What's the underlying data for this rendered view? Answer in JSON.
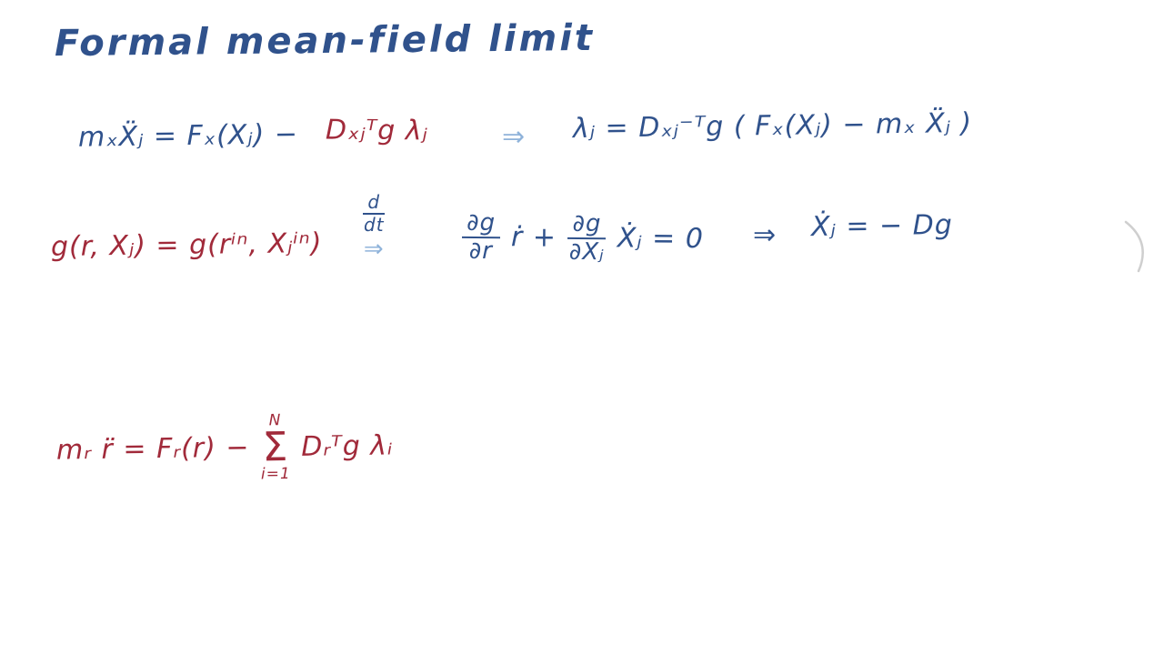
{
  "colors": {
    "ink_blue": "#30528c",
    "ink_red": "#a12a3a",
    "ink_light_blue": "#8fb3da",
    "stray_mark_gray": "#cfcfcf",
    "background": "#ffffff"
  },
  "title": "Formal mean-field limit",
  "eq1": {
    "lhs": "mₓẌⱼ = Fₓ(Xⱼ) −",
    "mid": "Dₓⱼᵀg λⱼ",
    "arrow": "⇒",
    "rhs": "λⱼ = Dₓⱼ⁻ᵀg ( Fₓ(Xⱼ) − mₓ Ẍⱼ )"
  },
  "eq2": {
    "red": "g(r, Xⱼ) =  g(rⁱⁿ, Xⱼⁱⁿ)",
    "ddt": {
      "num": "d",
      "den": "dt",
      "arrow": "⇒"
    },
    "frac1": {
      "num": "∂g",
      "den": "∂r"
    },
    "mid1": "ṙ +",
    "frac2": {
      "num": "∂g",
      "den": "∂Xⱼ"
    },
    "mid2": "Ẋⱼ = 0",
    "arrow2": "⇒",
    "rhs": "Ẋⱼ = − Dg"
  },
  "eq3": {
    "left": "mᵣ r̈ = Fᵣ(r) −",
    "sum": {
      "top": "N",
      "sigma": "Σ",
      "bottom": "i=1"
    },
    "right": "Dᵣᵀg λᵢ"
  }
}
